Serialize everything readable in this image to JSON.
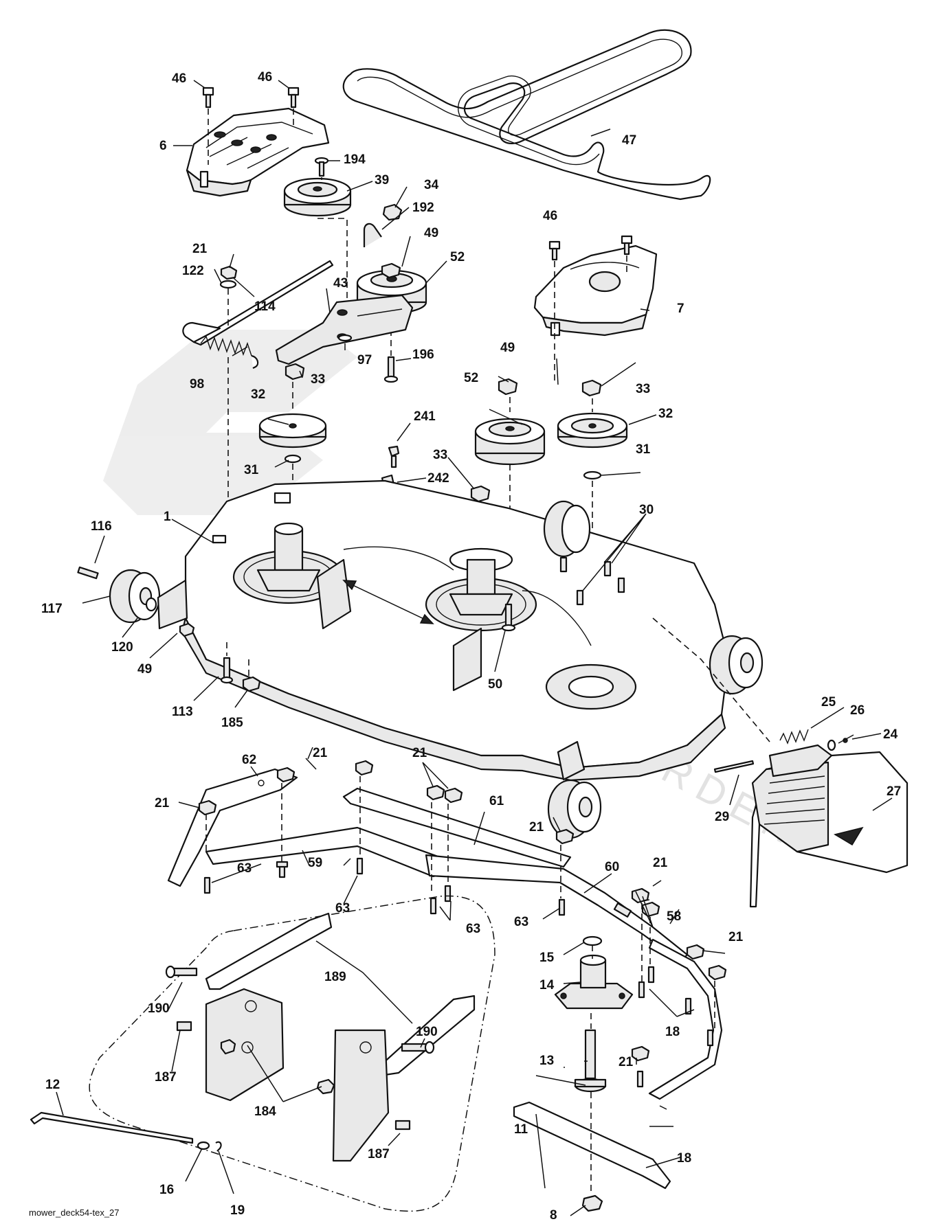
{
  "diagram_id": "mower_deck54-tex_27",
  "watermark": "GARDEN",
  "callouts": [
    {
      "key": "c46a",
      "text": "46"
    },
    {
      "key": "c46b",
      "text": "46"
    },
    {
      "key": "c6",
      "text": "6"
    },
    {
      "key": "c194",
      "text": "194"
    },
    {
      "key": "c39",
      "text": "39"
    },
    {
      "key": "c34",
      "text": "34"
    },
    {
      "key": "c192",
      "text": "192"
    },
    {
      "key": "c49a",
      "text": "49"
    },
    {
      "key": "c52a",
      "text": "52"
    },
    {
      "key": "c21a",
      "text": "21"
    },
    {
      "key": "c122",
      "text": "122"
    },
    {
      "key": "c114",
      "text": "114"
    },
    {
      "key": "c43",
      "text": "43"
    },
    {
      "key": "c97",
      "text": "97"
    },
    {
      "key": "c196",
      "text": "196"
    },
    {
      "key": "c98",
      "text": "98"
    },
    {
      "key": "c33a",
      "text": "33"
    },
    {
      "key": "c32a",
      "text": "32"
    },
    {
      "key": "c31a",
      "text": "31"
    },
    {
      "key": "c241",
      "text": "241"
    },
    {
      "key": "c242",
      "text": "242"
    },
    {
      "key": "c33b",
      "text": "33"
    },
    {
      "key": "c46c",
      "text": "46"
    },
    {
      "key": "c7",
      "text": "7"
    },
    {
      "key": "c47",
      "text": "47"
    },
    {
      "key": "c49b",
      "text": "49"
    },
    {
      "key": "c52b",
      "text": "52"
    },
    {
      "key": "c33c",
      "text": "33"
    },
    {
      "key": "c32b",
      "text": "32"
    },
    {
      "key": "c31b",
      "text": "31"
    },
    {
      "key": "c30",
      "text": "30"
    },
    {
      "key": "c1",
      "text": "1"
    },
    {
      "key": "c116",
      "text": "116"
    },
    {
      "key": "c117",
      "text": "117"
    },
    {
      "key": "c120",
      "text": "120"
    },
    {
      "key": "c49c",
      "text": "49"
    },
    {
      "key": "c113",
      "text": "113"
    },
    {
      "key": "c185",
      "text": "185"
    },
    {
      "key": "c50",
      "text": "50"
    },
    {
      "key": "c25",
      "text": "25"
    },
    {
      "key": "c26",
      "text": "26"
    },
    {
      "key": "c24",
      "text": "24"
    },
    {
      "key": "c27",
      "text": "27"
    },
    {
      "key": "c29",
      "text": "29"
    },
    {
      "key": "c62",
      "text": "62"
    },
    {
      "key": "c21b",
      "text": "21"
    },
    {
      "key": "c21c",
      "text": "21"
    },
    {
      "key": "c21d",
      "text": "21"
    },
    {
      "key": "c61",
      "text": "61"
    },
    {
      "key": "c21e",
      "text": "21"
    },
    {
      "key": "c59",
      "text": "59"
    },
    {
      "key": "c63a",
      "text": "63"
    },
    {
      "key": "c63b",
      "text": "63"
    },
    {
      "key": "c63c",
      "text": "63"
    },
    {
      "key": "c63d",
      "text": "63"
    },
    {
      "key": "c60",
      "text": "60"
    },
    {
      "key": "c21f",
      "text": "21"
    },
    {
      "key": "c58",
      "text": "58"
    },
    {
      "key": "c21g",
      "text": "21"
    },
    {
      "key": "c15",
      "text": "15"
    },
    {
      "key": "c14",
      "text": "14"
    },
    {
      "key": "c18a",
      "text": "18"
    },
    {
      "key": "c189",
      "text": "189"
    },
    {
      "key": "c190a",
      "text": "190"
    },
    {
      "key": "c190b",
      "text": "190"
    },
    {
      "key": "c187a",
      "text": "187"
    },
    {
      "key": "c184",
      "text": "184"
    },
    {
      "key": "c187b",
      "text": "187"
    },
    {
      "key": "c12",
      "text": "12"
    },
    {
      "key": "c16",
      "text": "16"
    },
    {
      "key": "c19",
      "text": "19"
    },
    {
      "key": "c13",
      "text": "13"
    },
    {
      "key": "c21h",
      "text": "21"
    },
    {
      "key": "c11",
      "text": "11"
    },
    {
      "key": "c18b",
      "text": "18"
    },
    {
      "key": "c8",
      "text": "8"
    }
  ]
}
